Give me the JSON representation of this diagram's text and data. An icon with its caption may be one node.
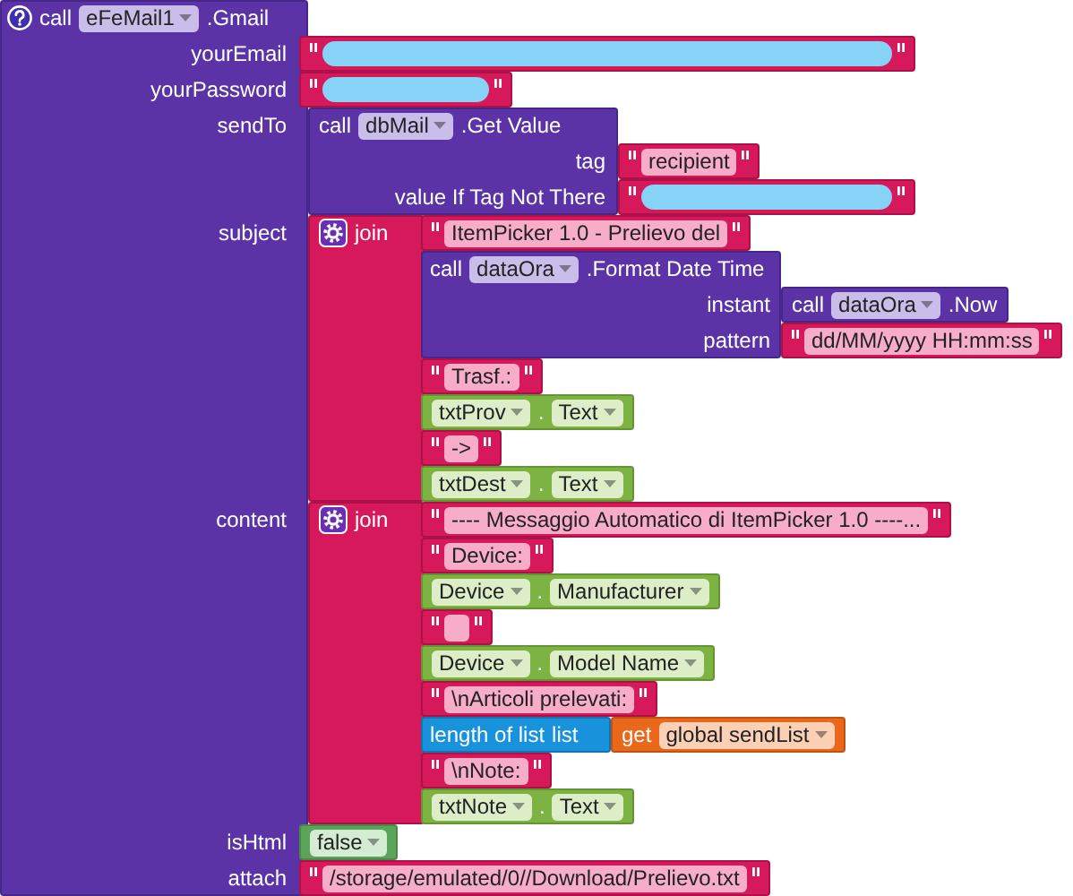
{
  "diagram": {
    "nodes": [
      {
        "text": [
          "call",
          "eFeMail1",
          ".Gmail",
          "yourEmail",
          "yourPassword",
          "sendTo",
          "subject",
          "content",
          "isHtml",
          "attach"
        ]
      },
      {
        "text": [],
        "shape": "box"
      },
      {
        "text": [],
        "shape": "box"
      },
      {
        "text": [
          "call",
          "dbMail",
          ".Get Value",
          "tag",
          "value If Tag Not There"
        ]
      },
      {
        "text": [
          "recipient"
        ]
      },
      {
        "text": [],
        "shape": "box"
      },
      {
        "text": [
          "join"
        ]
      },
      {
        "text": [
          "ItemPicker 1.0 - Prelievo del"
        ]
      },
      {
        "text": [
          "call",
          "dataOra",
          ".Format Date Time",
          "instant",
          "pattern"
        ]
      },
      {
        "text": [
          "call",
          "dataOra",
          ".Now"
        ]
      },
      {
        "text": [
          "dd/MM/yyyy HH:mm:ss"
        ]
      },
      {
        "text": [
          "Trasf.:"
        ]
      },
      {
        "text": [
          "txtProv",
          ".",
          "Text"
        ]
      },
      {
        "text": [
          "->"
        ]
      },
      {
        "text": [
          "txtDest",
          ".",
          "Text"
        ]
      },
      {
        "text": [
          "join"
        ]
      },
      {
        "text": [
          "---- Messaggio Automatico di ItemPicker 1.0 ----..."
        ]
      },
      {
        "text": [
          "Device:"
        ]
      },
      {
        "text": [
          "Device",
          ".",
          "Manufacturer"
        ]
      },
      {
        "text": [],
        "shape": "box"
      },
      {
        "text": [
          "Device",
          ".",
          "Model Name"
        ]
      },
      {
        "text": [
          "\\nArticoli prelevati:"
        ]
      },
      {
        "text": [
          "length of list",
          "list"
        ]
      },
      {
        "text": [
          "get",
          "global sendList"
        ]
      },
      {
        "text": [
          "\\nNote:"
        ]
      },
      {
        "text": [
          "txtNote",
          ".",
          "Text"
        ]
      },
      {
        "text": [
          "false"
        ]
      },
      {
        "text": [
          "/storage/emulated/0//Download/Prelievo.txt"
        ]
      }
    ]
  }
}
